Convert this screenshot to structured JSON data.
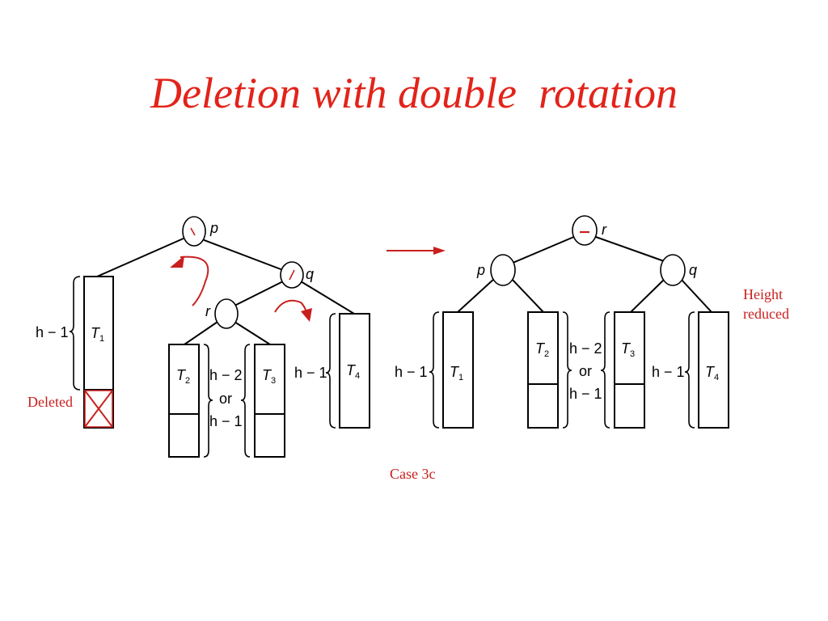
{
  "slide": {
    "title": "Deletion with double  rotation"
  },
  "colors": {
    "accent": "#e2231a",
    "annotation": "#c8201e",
    "ink": "#000000"
  },
  "before": {
    "nodes": {
      "p": "p",
      "q": "q",
      "r": "r"
    },
    "subtrees": {
      "t1": "T",
      "t1_sub": "1",
      "t2": "T",
      "t2_sub": "2",
      "t3": "T",
      "t3_sub": "3",
      "t4": "T",
      "t4_sub": "4"
    },
    "heights": {
      "t1": "h − 1",
      "t23_top": "h − 2",
      "t23_or": "or",
      "t23_bottom": "h − 1",
      "t4": "h − 1"
    },
    "deleted_label": "Deleted"
  },
  "after": {
    "nodes": {
      "r": "r",
      "p": "p",
      "q": "q"
    },
    "subtrees": {
      "t1": "T",
      "t1_sub": "1",
      "t2": "T",
      "t2_sub": "2",
      "t3": "T",
      "t3_sub": "3",
      "t4": "T",
      "t4_sub": "4"
    },
    "heights": {
      "t1": "h − 1",
      "t23_top": "h − 2",
      "t23_or": "or",
      "t23_bottom": "h − 1",
      "t4": "h − 1"
    },
    "height_reduced": [
      "Height",
      "reduced"
    ]
  },
  "caption": "Case 3c"
}
